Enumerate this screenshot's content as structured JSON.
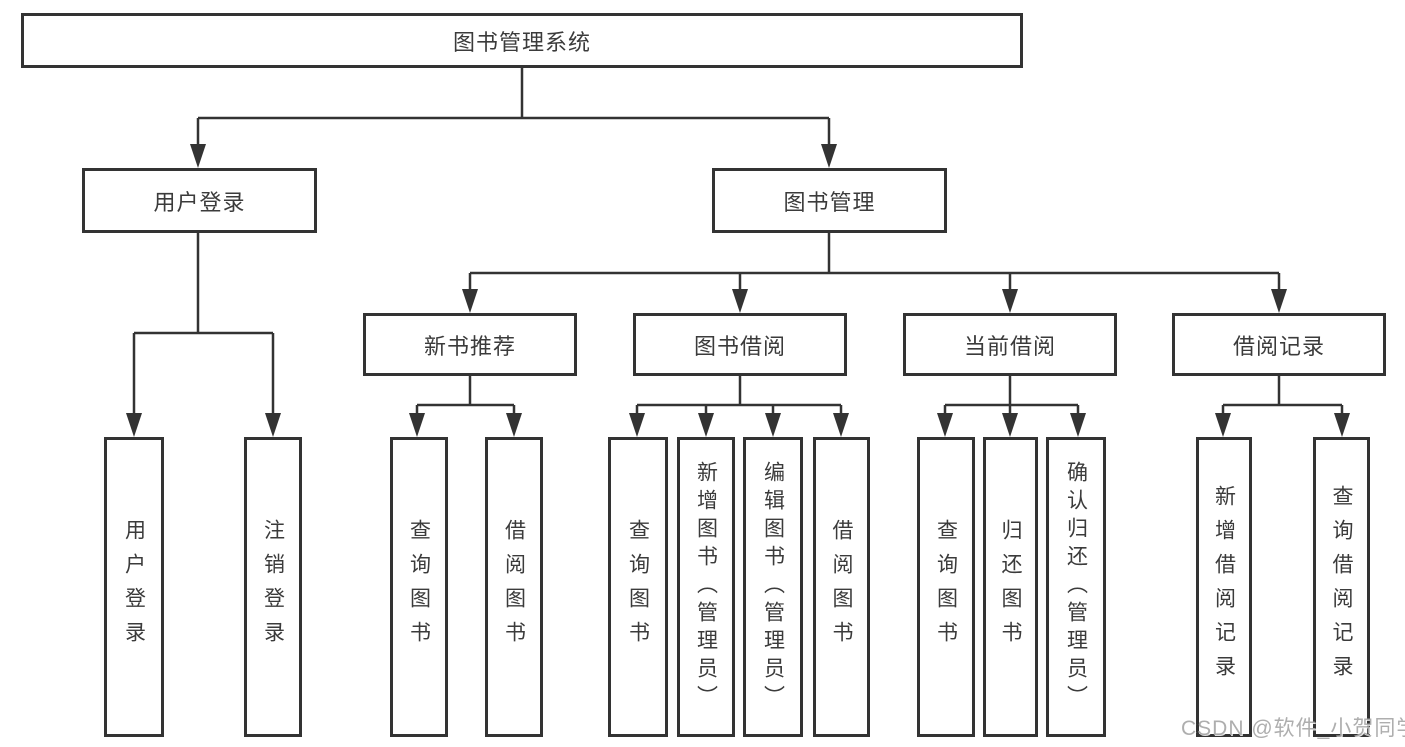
{
  "tree": {
    "root": {
      "label": "图书管理系统",
      "children": [
        {
          "label": "用户登录",
          "children": [
            {
              "label": "用户登录"
            },
            {
              "label": "注销登录"
            }
          ]
        },
        {
          "label": "图书管理",
          "children": [
            {
              "label": "新书推荐",
              "children": [
                {
                  "label": "查询图书"
                },
                {
                  "label": "借阅图书"
                }
              ]
            },
            {
              "label": "图书借阅",
              "children": [
                {
                  "label": "查询图书"
                },
                {
                  "label": "新增图书（管理员）"
                },
                {
                  "label": "编辑图书（管理员）"
                },
                {
                  "label": "借阅图书"
                }
              ]
            },
            {
              "label": "当前借阅",
              "children": [
                {
                  "label": "查询图书"
                },
                {
                  "label": "归还图书"
                },
                {
                  "label": "确认归还（管理员）"
                }
              ]
            },
            {
              "label": "借阅记录",
              "children": [
                {
                  "label": "新增借阅记录"
                },
                {
                  "label": "查询借阅记录"
                }
              ]
            }
          ]
        }
      ]
    }
  },
  "watermark": {
    "text": "CSDN @软件_小贺同学"
  },
  "colors": {
    "line": "#333333",
    "box_border": "#333333",
    "box_fill": "#ffffff",
    "text": "#3b3b3b",
    "background": "#ffffff",
    "watermark": "#a7a7a7"
  }
}
